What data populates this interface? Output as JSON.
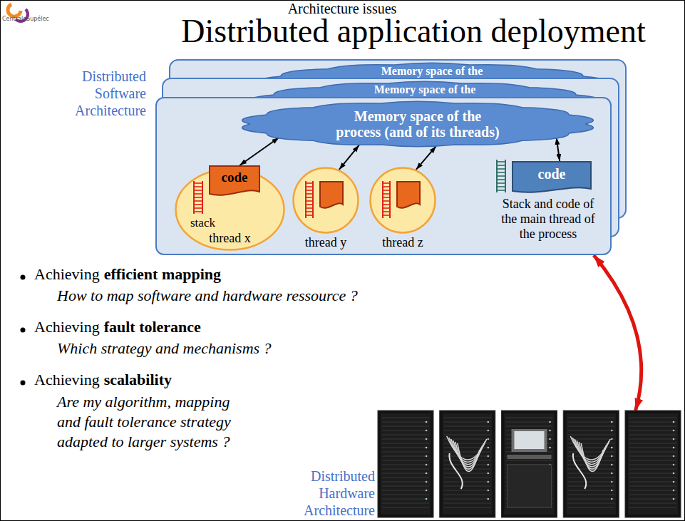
{
  "diagram": {
    "title": "Distributed application deployment",
    "nodes": [
      {
        "text": [
          "Distributed Software Architecture"
        ]
      },
      {
        "text": [
          "Memory space of the process (and of its threads)"
        ],
        "in": 0
      },
      {
        "text": [
          "stack",
          "thread x"
        ],
        "in": 0
      },
      {
        "text": [
          "code"
        ],
        "in": 2
      },
      {
        "text": [
          "thread y"
        ],
        "in": 0
      },
      {
        "text": [
          "thread z"
        ],
        "in": 0
      },
      {
        "text": [
          "code"
        ],
        "in": 0
      },
      {
        "text": [
          "Distributed Hardware Architecture"
        ]
      }
    ],
    "edges": [
      {
        "from": 1,
        "to": 3,
        "arrow": "both"
      },
      {
        "from": 1,
        "to": 4,
        "arrow": "both"
      },
      {
        "from": 1,
        "to": 5,
        "arrow": "both"
      },
      {
        "from": 1,
        "to": 6,
        "arrow": "both"
      },
      {
        "from": 0,
        "to": 7,
        "arrow": "both"
      }
    ],
    "labels": [
      "CentraleSupélec",
      "Architecture issues",
      "Memory space of the",
      "Memory space of the",
      "Stack and code of the main thread of the process",
      "Achieving",
      "efficient mapping",
      "How to map software and hardware ressource ?",
      "Achieving",
      "fault tolerance",
      "Which strategy and mechanisms ?",
      "Achieving",
      "scalability",
      "Are my algorithm, mapping and fault tolerance strategy adapted to larger systems ?"
    ]
  }
}
